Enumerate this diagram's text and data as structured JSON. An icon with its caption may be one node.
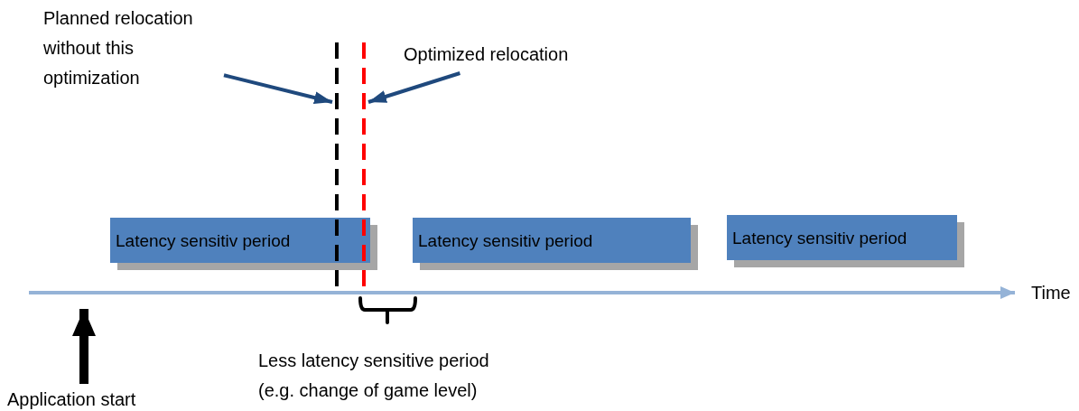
{
  "diagram": {
    "nodes": [
      {
        "text": [
          "Planned relocation without this optimization"
        ]
      },
      {
        "text": [],
        "shape": "line"
      },
      {
        "text": [
          "Optimized relocation"
        ]
      },
      {
        "text": [],
        "shape": "line"
      },
      {
        "text": [
          "Latency sensitiv period"
        ]
      },
      {
        "text": [
          "Latency sensitiv period"
        ]
      },
      {
        "text": [
          "Latency sensitiv period"
        ]
      },
      {
        "text": [
          "Application start"
        ]
      }
    ],
    "edges": [
      {
        "from": 0,
        "to": 1,
        "arrow": "to"
      },
      {
        "from": 2,
        "to": 3,
        "arrow": "to"
      },
      {
        "from": 7,
        "to": null,
        "arrow": "to",
        "style": "thick",
        "color": "#000000"
      }
    ],
    "labels": [
      "Time",
      "Less latency sensitive period (e.g. change of game level)"
    ]
  }
}
